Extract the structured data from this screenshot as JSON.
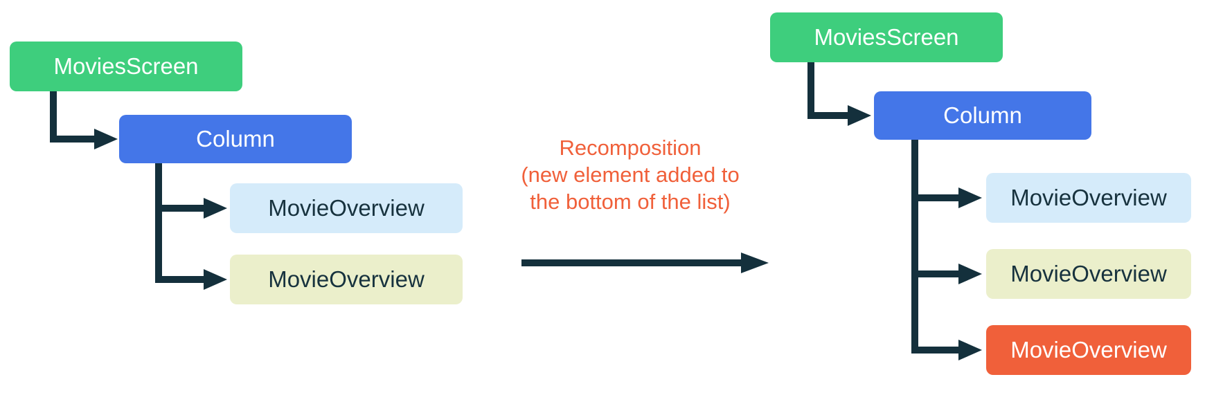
{
  "diagram": {
    "title_hint": "Recomposition tree diagram",
    "connector_color": "#14303C",
    "background_color": "#FFFFFF",
    "left_tree": {
      "name": "tree-before-recomposition",
      "nodes": [
        {
          "id": "movies-screen",
          "label": "MoviesScreen",
          "color": "#3ECE7D",
          "text_color": "#FFFFFF"
        },
        {
          "id": "column",
          "label": "Column",
          "color": "#4476E8",
          "text_color": "#FFFFFF"
        },
        {
          "id": "movie-overview-1",
          "label": "MovieOverview",
          "color": "#D5EBFA",
          "text_color": "#17323E"
        },
        {
          "id": "movie-overview-2",
          "label": "MovieOverview",
          "color": "#EBEFCB",
          "text_color": "#17323E"
        }
      ]
    },
    "transition": {
      "caption_lines": [
        "Recomposition",
        "(new element added to",
        "the bottom of the list)"
      ],
      "caption_color": "#F0603A"
    },
    "right_tree": {
      "name": "tree-after-recomposition",
      "nodes": [
        {
          "id": "movies-screen",
          "label": "MoviesScreen",
          "color": "#3ECE7D",
          "text_color": "#FFFFFF"
        },
        {
          "id": "column",
          "label": "Column",
          "color": "#4476E8",
          "text_color": "#FFFFFF"
        },
        {
          "id": "movie-overview-1",
          "label": "MovieOverview",
          "color": "#D5EBFA",
          "text_color": "#17323E"
        },
        {
          "id": "movie-overview-2",
          "label": "MovieOverview",
          "color": "#EBEFCB",
          "text_color": "#17323E"
        },
        {
          "id": "movie-overview-new",
          "label": "MovieOverview",
          "color": "#F0603A",
          "text_color": "#FFFFFF"
        }
      ]
    }
  }
}
